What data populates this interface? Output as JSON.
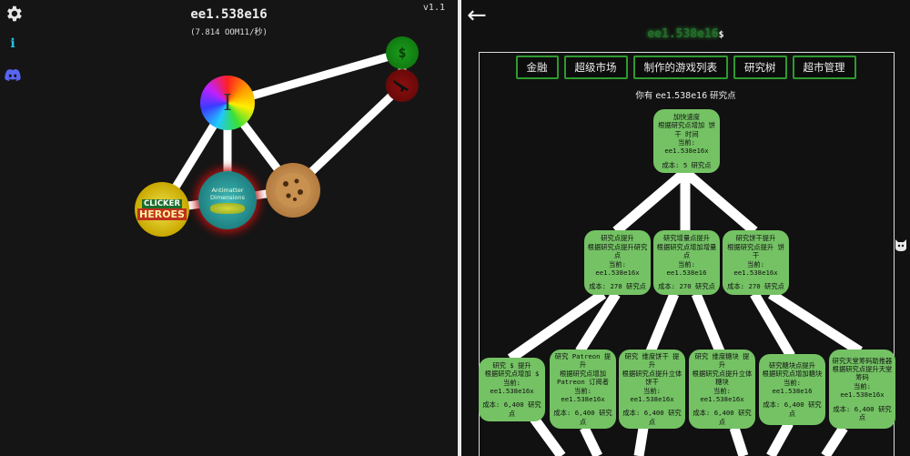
{
  "left": {
    "version": "v1.1",
    "money": "ee1.538e16",
    "oom_rate": "(7.814 OOM11/秒)",
    "icons": [
      "gear-icon",
      "info-icon",
      "discord-icon"
    ],
    "nodes": {
      "money": {
        "label": "$"
      },
      "infinity": {
        "label": "I"
      },
      "clicker_heroes": {
        "line1": "CLICKER",
        "line2": "HEROES"
      },
      "antimatter": {
        "line1": "Antimatter",
        "line2": "Dimensions"
      }
    }
  },
  "right": {
    "back_label": "←",
    "money": "ee1.538e16",
    "money_unit": "$",
    "tabs": [
      "金融",
      "超级市场",
      "制作的游戏列表",
      "研究树",
      "超市管理"
    ],
    "have_text": "你有 ee1.538e16 研究点",
    "cards": [
      {
        "title": "加快速度",
        "desc": "根据研究点增加 饼干 时间",
        "current_label": "当前:",
        "current": "ee1.538e16x",
        "cost": "成本: 5 研究点"
      },
      {
        "title": "研究点提升",
        "desc": "根据研究点提升研究点",
        "current_label": "当前:",
        "current": "ee1.538e16x",
        "cost": "成本: 270 研究点"
      },
      {
        "title": "研究增量点提升",
        "desc": "根据研究点增加增量点",
        "current_label": "当前:",
        "current": "ee1.538e16",
        "cost": "成本: 270 研究点"
      },
      {
        "title": "研究饼干提升",
        "desc": "根据研究点提升 饼干",
        "current_label": "当前:",
        "current": "ee1.538e16x",
        "cost": "成本: 270 研究点"
      },
      {
        "title": "研究 $ 提升",
        "desc": "根据研究点增加 $",
        "current_label": "当前:",
        "current": "ee1.538e16x",
        "cost": "成本: 6,400 研究点"
      },
      {
        "title": "研究 Patreon 提升",
        "desc": "根据研究点增加 Patreon 订阅者",
        "current_label": "当前:",
        "current": "ee1.538e16x",
        "cost": "成本: 6,400 研究点"
      },
      {
        "title": "研究 维度饼干 提升",
        "desc": "根据研究点提升立体饼干",
        "current_label": "当前:",
        "current": "ee1.538e16x",
        "cost": "成本: 6,400 研究点"
      },
      {
        "title": "研究 维度糖块 提升",
        "desc": "根据研究点提升立体糖块",
        "current_label": "当前:",
        "current": "ee1.538e16x",
        "cost": "成本: 6,400 研究点"
      },
      {
        "title": "研究糖块点提升",
        "desc": "根据研究点增加糖块",
        "current_label": "当前:",
        "current": "ee1.538e16",
        "cost": "成本: 6,400 研究点"
      },
      {
        "title": "研究天堂筹码助推器",
        "desc": "根据研究点提升天堂筹码",
        "current_label": "当前:",
        "current": "ee1.538e16x",
        "cost": "成本: 6,400 研究点"
      }
    ]
  },
  "colors": {
    "panel_bg": "#151515",
    "card_green": "#74c264",
    "tab_border": "#2e9a2e",
    "money_glow": "#1f6f2a"
  }
}
